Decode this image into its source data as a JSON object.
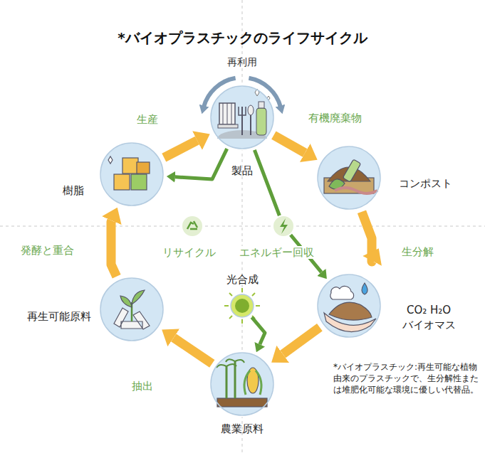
{
  "diagram": {
    "title": "*バイオプラスチックのライフサイクル",
    "caption": "*バイオプラスチック:再生可能な植物由来のプラスチックで、生分解性または堆肥化可能な環境に優しい代替品。",
    "nodes": [
      {
        "text": [
          "製品"
        ]
      },
      {
        "text": [
          "樹脂"
        ]
      },
      {
        "text": [
          "コンポスト"
        ]
      },
      {
        "text": [
          "再生可能原料"
        ]
      },
      {
        "text": [
          "光合成"
        ]
      },
      {
        "text": [
          "CO₂ H₂O",
          "バイオマス"
        ]
      },
      {
        "text": [
          "農業原料"
        ]
      }
    ],
    "edges": [
      {
        "from": 1,
        "to": 0,
        "arrow": "to",
        "label": "生産"
      },
      {
        "from": 0,
        "to": 2,
        "arrow": "to",
        "label": "有機廃棄物"
      },
      {
        "from": 2,
        "to": 5,
        "arrow": "to",
        "label": "生分解"
      },
      {
        "from": 5,
        "to": 6,
        "arrow": "to"
      },
      {
        "from": 6,
        "to": 3,
        "arrow": "to",
        "label": "抽出"
      },
      {
        "from": 3,
        "to": 1,
        "arrow": "to",
        "label": "発酵と重合"
      },
      {
        "from": 0,
        "to": 1,
        "arrow": "to",
        "label": "リサイクル"
      },
      {
        "from": 0,
        "to": 5,
        "arrow": "to",
        "label": "エネルギー回収"
      },
      {
        "from": 4,
        "to": 6,
        "arrow": "to"
      }
    ],
    "labels": [
      "再利用"
    ]
  }
}
